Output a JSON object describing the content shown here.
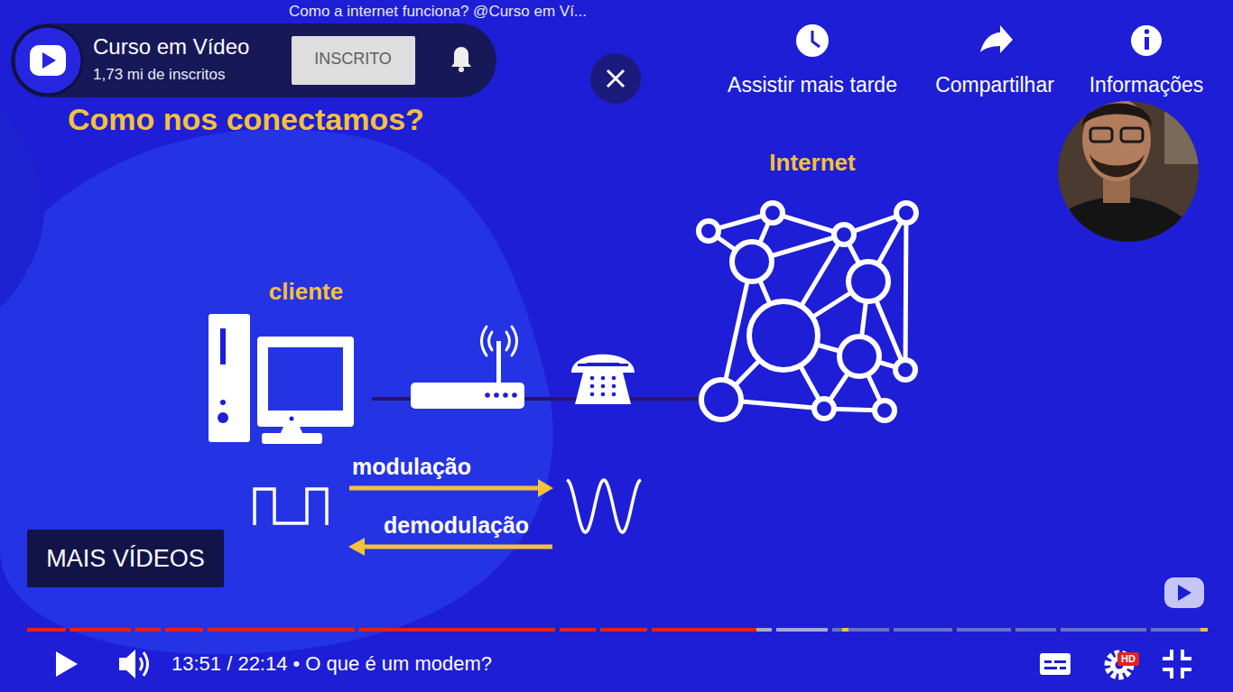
{
  "diagram": {
    "title": "Como nos conectamos?",
    "nodes": [
      {
        "text": [
          "cliente"
        ]
      },
      {
        "text": [
          "Internet"
        ]
      }
    ],
    "edges": [
      {
        "from": 0,
        "to": 1,
        "arrow": "none"
      }
    ],
    "labels": [
      "Curso em Vídeo",
      "1,73 mi de inscritos",
      "INSCRITO",
      "Como a internet funciona? @Curso em Ví...",
      "Assistir mais tarde",
      "Compartilhar",
      "Informações",
      "modulação",
      "demodulação",
      "MAIS VÍDEOS",
      "13:51 / 22:14 • O que é um modem?",
      "HD"
    ]
  }
}
